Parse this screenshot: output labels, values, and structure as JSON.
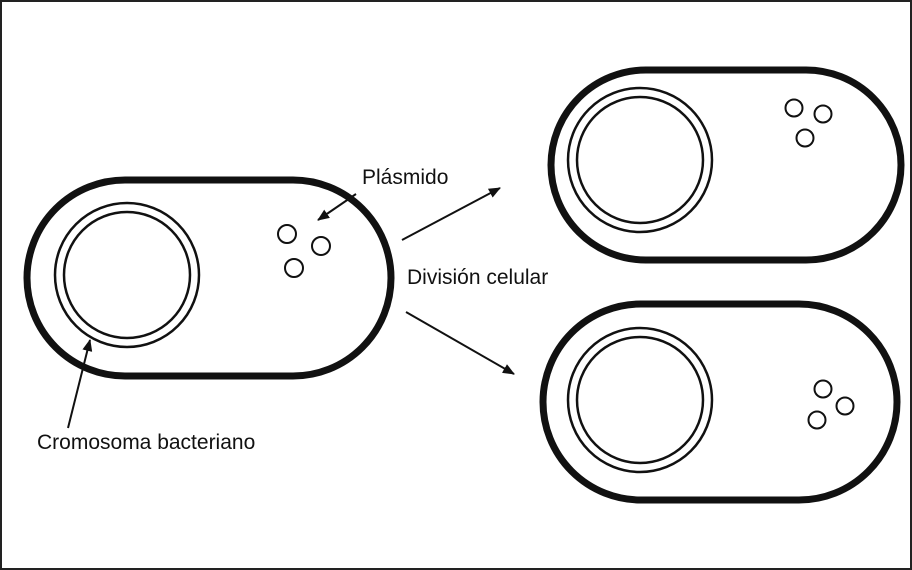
{
  "labels": {
    "plasmid": "Plásmido",
    "cell_division": "División celular",
    "bacterial_chromosome": "Cromosoma bacteriano"
  },
  "colors": {
    "stroke": "#111111",
    "background": "#ffffff",
    "frame": "#222222"
  }
}
